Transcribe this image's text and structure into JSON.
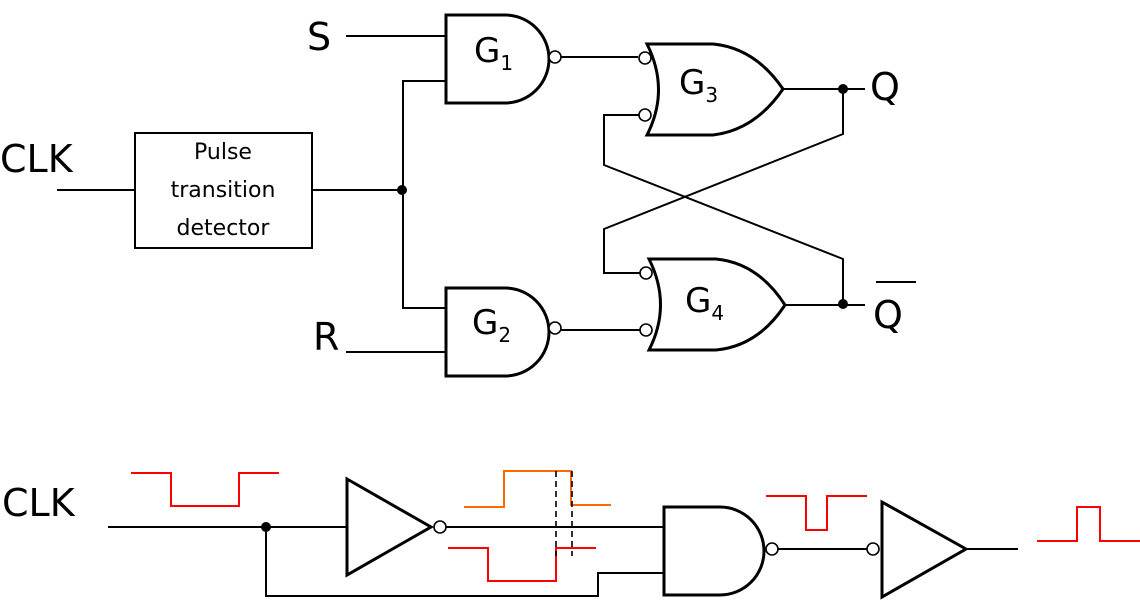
{
  "top": {
    "clk_label": "CLK",
    "s_label": "S",
    "r_label": "R",
    "q_label": "Q",
    "qbar_label": "Q",
    "detector_lines": [
      "Pulse",
      "transition",
      "detector"
    ],
    "gates": [
      {
        "letter": "G",
        "sub": "1"
      },
      {
        "letter": "G",
        "sub": "2"
      },
      {
        "letter": "G",
        "sub": "3"
      },
      {
        "letter": "G",
        "sub": "4"
      }
    ]
  },
  "bottom": {
    "clk_label": "CLK"
  },
  "colors": {
    "wire": "#000000",
    "waveform": "#ff0000",
    "inverted_waveform": "#ff6a00"
  }
}
